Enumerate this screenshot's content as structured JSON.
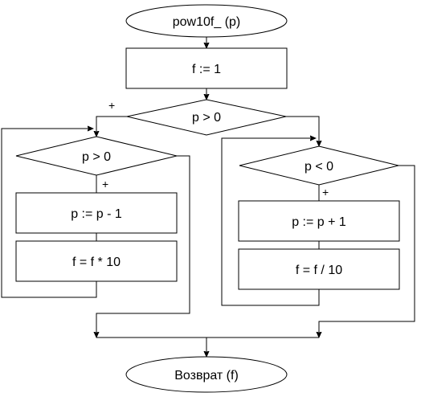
{
  "flowchart": {
    "start": "pow10f_ (p)",
    "init": "f := 1",
    "branch": "p > 0",
    "branch_yes": "+",
    "left_loop": {
      "condition": "p > 0",
      "yes": "+",
      "step1": "p := p - 1",
      "step2": "f = f * 10"
    },
    "right_loop": {
      "condition": "p < 0",
      "yes": "+",
      "step1": "p := p + 1",
      "step2": "f = f / 10"
    },
    "end": "Возврат (f)"
  }
}
